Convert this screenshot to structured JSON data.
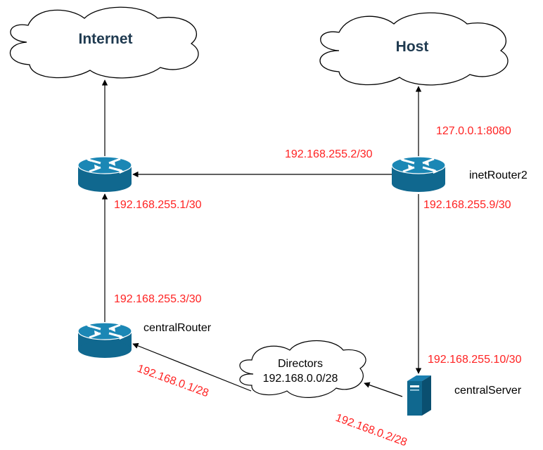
{
  "clouds": {
    "internet": "Internet",
    "host": "Host",
    "directors_name": "Directors",
    "directors_subnet": "192.168.0.0/28"
  },
  "devices": {
    "inet_router2": "inetRouter2",
    "central_router": "centralRouter",
    "central_server": "centralServer"
  },
  "addresses": {
    "host_forward": "127.0.0.1:8080",
    "inet_router2_left": "192.168.255.2/30",
    "inet_router2_down": "192.168.255.9/30",
    "inet_router_down": "192.168.255.1/30",
    "central_router_up": "192.168.255.3/30",
    "central_server_up": "192.168.255.10/30",
    "central_router_directors": "192.168.0.1/28",
    "central_server_directors": "192.168.0.2/28"
  },
  "colors": {
    "router_body": "#10688f",
    "router_top": "#1b87b5",
    "ip_text": "#ff2222",
    "cloud_title": "#1f3a50"
  },
  "icons": {
    "router": "router-icon",
    "server": "server-icon",
    "cloud": "cloud-icon"
  }
}
